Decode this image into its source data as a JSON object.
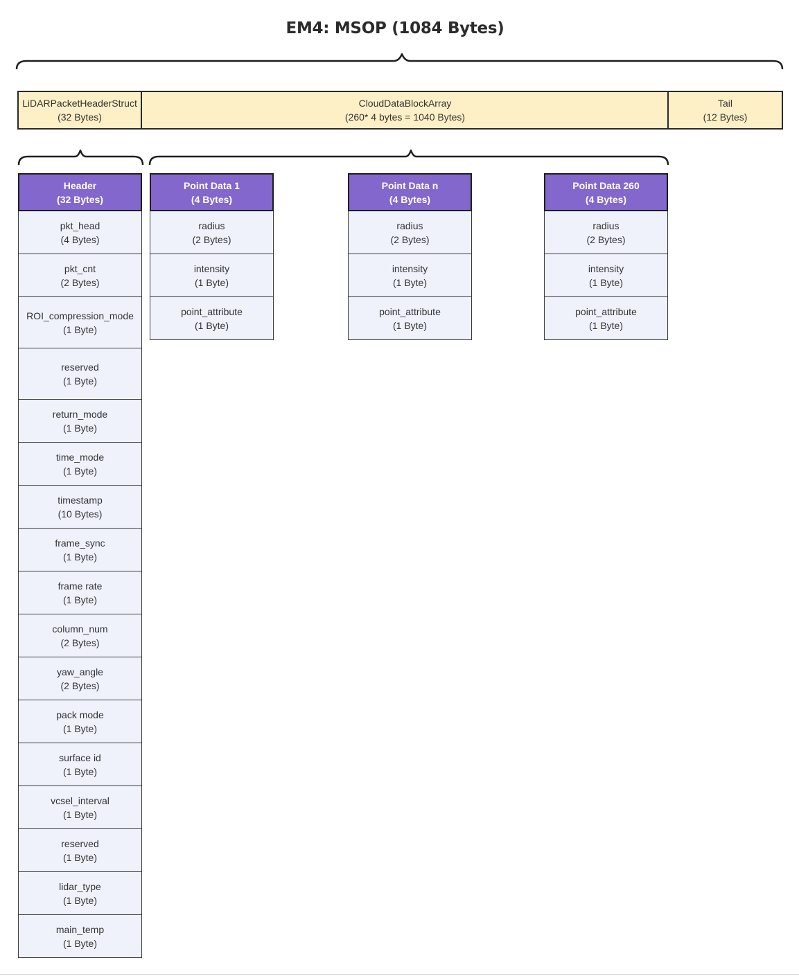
{
  "title": "EM4: MSOP (1084 Bytes)",
  "segments": [
    {
      "name": "LiDARPacketHeaderStruct",
      "size": "(32 Bytes)"
    },
    {
      "name": "CloudDataBlockArray",
      "size": "(260* 4 bytes = 1040 Bytes)"
    },
    {
      "name": "Tail",
      "size": "(12 Bytes)"
    }
  ],
  "header_block": {
    "name": "Header",
    "size": "(32 Bytes)",
    "fields": [
      {
        "name": "pkt_head",
        "size": "(4 Bytes)"
      },
      {
        "name": "pkt_cnt",
        "size": "(2 Bytes)"
      },
      {
        "name": "ROI_compression_mode",
        "size": "(1 Byte)"
      },
      {
        "name": "reserved",
        "size": "(1 Byte)"
      },
      {
        "name": "return_mode",
        "size": "(1 Byte)"
      },
      {
        "name": "time_mode",
        "size": "(1 Byte)"
      },
      {
        "name": "timestamp",
        "size": "(10 Bytes)"
      },
      {
        "name": "frame_sync",
        "size": "(1 Byte)"
      },
      {
        "name": "frame rate",
        "size": "(1 Byte)"
      },
      {
        "name": "column_num",
        "size": "(2 Bytes)"
      },
      {
        "name": "yaw_angle",
        "size": "(2 Bytes)"
      },
      {
        "name": "pack mode",
        "size": "(1 Byte)"
      },
      {
        "name": "surface id",
        "size": "(1 Byte)"
      },
      {
        "name": "vcsel_interval",
        "size": "(1 Byte)"
      },
      {
        "name": "reserved",
        "size": "(1 Byte)"
      },
      {
        "name": "lidar_type",
        "size": "(1 Byte)"
      },
      {
        "name": "main_temp",
        "size": "(1 Byte)"
      }
    ]
  },
  "point_blocks": [
    {
      "name": "Point Data 1",
      "size": "(4 Bytes)",
      "fields": [
        {
          "name": "radius",
          "size": "(2 Bytes)"
        },
        {
          "name": "intensity",
          "size": "(1 Byte)"
        },
        {
          "name": "point_attribute",
          "size": "(1 Byte)"
        }
      ]
    },
    {
      "name": "Point Data n",
      "size": "(4 Bytes)",
      "fields": [
        {
          "name": "radius",
          "size": "(2 Bytes)"
        },
        {
          "name": "intensity",
          "size": "(1 Byte)"
        },
        {
          "name": "point_attribute",
          "size": "(1 Byte)"
        }
      ]
    },
    {
      "name": "Point Data 260",
      "size": "(4 Bytes)",
      "fields": [
        {
          "name": "radius",
          "size": "(2 Bytes)"
        },
        {
          "name": "intensity",
          "size": "(1 Byte)"
        },
        {
          "name": "point_attribute",
          "size": "(1 Byte)"
        }
      ]
    }
  ]
}
